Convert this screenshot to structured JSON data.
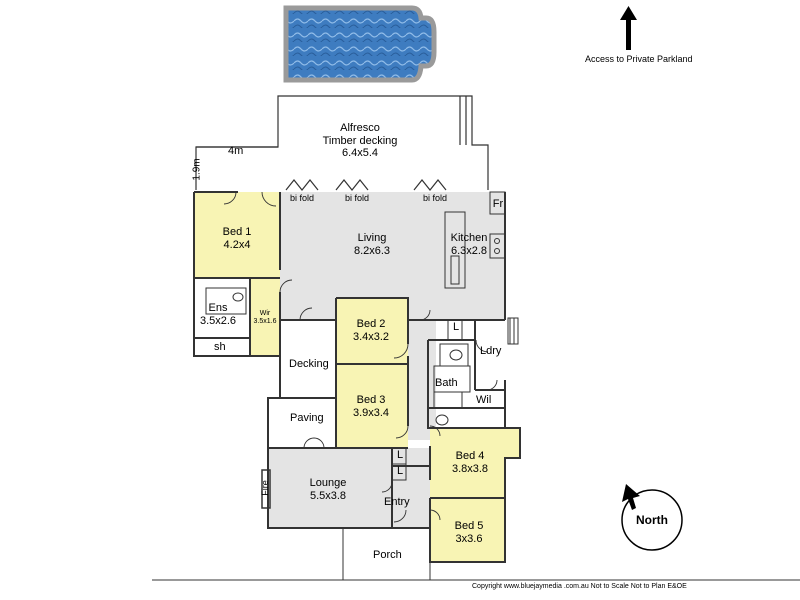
{
  "north_arrow_note": "Access to Private Parkland",
  "compass_label": "North",
  "footer": "Copyright www.bluejaymedia .com.au  Not to Scale Not to Plan E&OE",
  "dimension_4m": "4m",
  "dimension_1_9m": "1.9m",
  "bifold_label": "bi fold",
  "rooms": {
    "alfresco": {
      "name": "Alfresco",
      "sub": "Timber decking",
      "size": "6.4x5.4"
    },
    "bed1": {
      "name": "Bed 1",
      "size": "4.2x4"
    },
    "living": {
      "name": "Living",
      "size": "8.2x6.3"
    },
    "kitchen": {
      "name": "Kitchen",
      "size": "6.3x2.8"
    },
    "fridge": {
      "name": "Fr"
    },
    "ens": {
      "name": "Ens",
      "size": "3.5x2.6"
    },
    "wir": {
      "name": "Wir",
      "size": "3.5x1.6"
    },
    "shower": {
      "name": "sh"
    },
    "bed2": {
      "name": "Bed 2",
      "size": "3.4x3.2"
    },
    "decking": {
      "name": "Decking"
    },
    "bed3": {
      "name": "Bed 3",
      "size": "3.9x3.4"
    },
    "paving": {
      "name": "Paving"
    },
    "bath": {
      "name": "Bath"
    },
    "ldry": {
      "name": "Ldry"
    },
    "wil": {
      "name": "Wil"
    },
    "bed4": {
      "name": "Bed 4",
      "size": "3.8x3.8"
    },
    "lounge": {
      "name": "Lounge",
      "size": "5.5x3.8"
    },
    "fire": {
      "name": "Fire"
    },
    "linen1": {
      "name": "L"
    },
    "linen2": {
      "name": "L"
    },
    "linen3": {
      "name": "L"
    },
    "entry": {
      "name": "Entry"
    },
    "bed5": {
      "name": "Bed 5",
      "size": "3x3.6"
    },
    "porch": {
      "name": "Porch"
    }
  },
  "colors": {
    "bedroom": "#f8f4b4",
    "living": "#e4e4e4",
    "pool": "#3e7cc0",
    "wall": "#333333"
  }
}
